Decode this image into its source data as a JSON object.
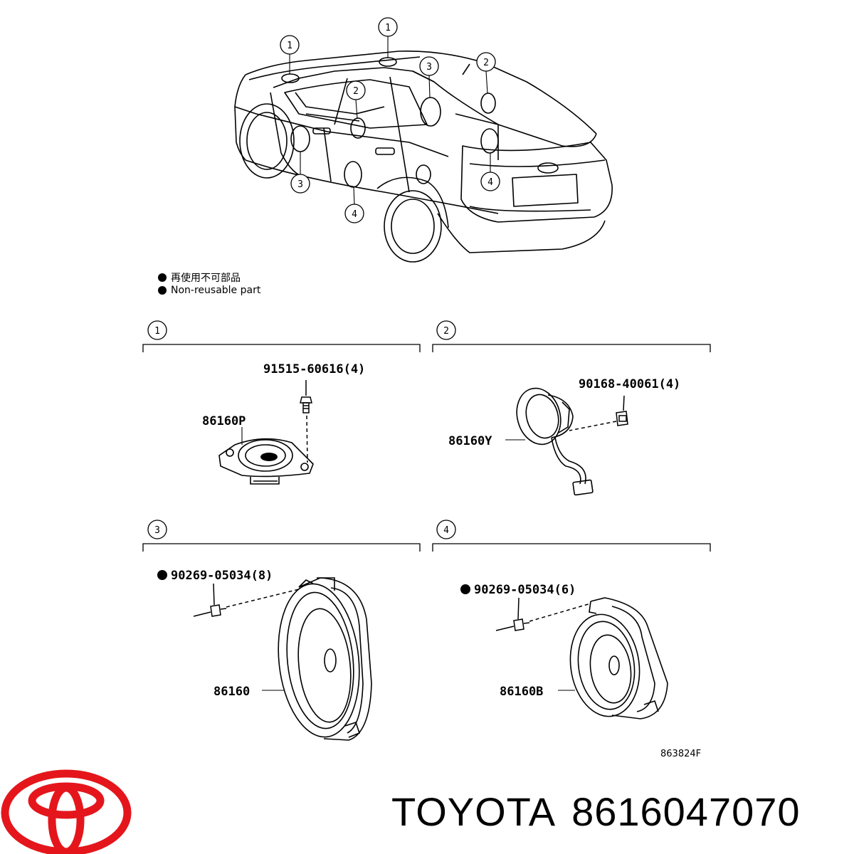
{
  "legend": {
    "item_jp": "再使用不可部品",
    "item_en": "Non-reusable part"
  },
  "callouts": [
    "1",
    "2",
    "3",
    "4"
  ],
  "sections": [
    {
      "number": "1",
      "parts": [
        {
          "label": "91515-60616(4)"
        },
        {
          "label": "86160P"
        }
      ]
    },
    {
      "number": "2",
      "parts": [
        {
          "label": "90168-40061(4)"
        },
        {
          "label": "86160Y"
        }
      ]
    },
    {
      "number": "3",
      "parts": [
        {
          "label": "90269-05034(8)",
          "non_reusable": true
        },
        {
          "label": "86160"
        }
      ]
    },
    {
      "number": "4",
      "parts": [
        {
          "label": "90269-05034(6)",
          "non_reusable": true
        },
        {
          "label": "86160B"
        }
      ]
    }
  ],
  "drawing_code": "863824F",
  "footer": {
    "brand": "TOYOTA",
    "part_number": "8616047070",
    "logo_color": "#e4161c"
  }
}
